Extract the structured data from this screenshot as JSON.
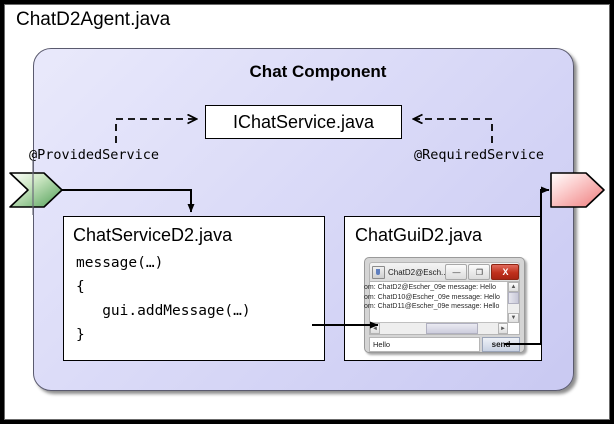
{
  "diagram": {
    "agent_title": "ChatD2Agent.java",
    "component_title": "Chat Component",
    "interface_box_label": "IChatService.java",
    "provided_annotation": "@ProvidedService",
    "required_annotation": "@RequiredService",
    "colors": {
      "provided_port": "#7dc47d",
      "required_port": "#f08a8a",
      "component_fill": "#dcdcf8",
      "box_border": "#000000",
      "close_button": "#c0301c"
    }
  },
  "service_class": {
    "title": "ChatServiceD2.java",
    "code": [
      "message(…)",
      "{",
      "   gui.addMessage(…)",
      "}"
    ]
  },
  "gui_class": {
    "title": "ChatGuiD2.java",
    "window": {
      "title": "ChatD2@Esch..",
      "minimize_label": "—",
      "maximize_label": "❐",
      "close_label": "X",
      "messages": [
        "om: ChatD2@Escher_09e message: Hello",
        "om: ChatD10@Escher_09e message: Hello",
        "om: ChatD11@Escher_09e message: Hello"
      ],
      "input_value": "Hello",
      "send_label": "send",
      "scroll_up": "▲",
      "scroll_down": "▼",
      "scroll_left": "◄",
      "scroll_right": "►"
    }
  }
}
